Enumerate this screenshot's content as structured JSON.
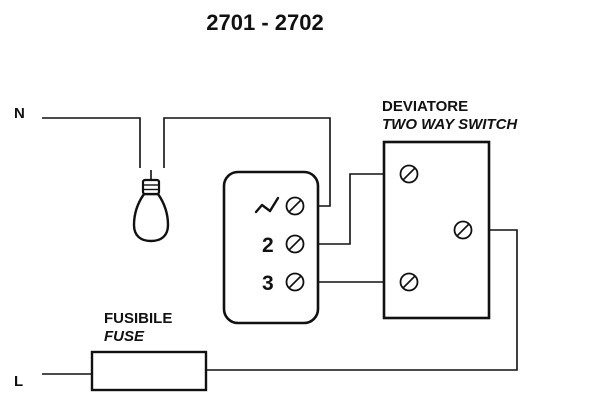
{
  "title": "2701 - 2702",
  "terminals": {
    "neutral": "N",
    "live": "L"
  },
  "two_way_switch": {
    "label_it": "DEVIATORE",
    "label_en": "TWO WAY SWITCH"
  },
  "fuse": {
    "label_it": "FUSIBILE",
    "label_en": "FUSE"
  },
  "device_terminals": {
    "t2": "2",
    "t3": "3"
  },
  "icons": {
    "lamp": "lamp-icon",
    "common": "switch-common-icon",
    "screw": "screw-terminal-icon"
  }
}
